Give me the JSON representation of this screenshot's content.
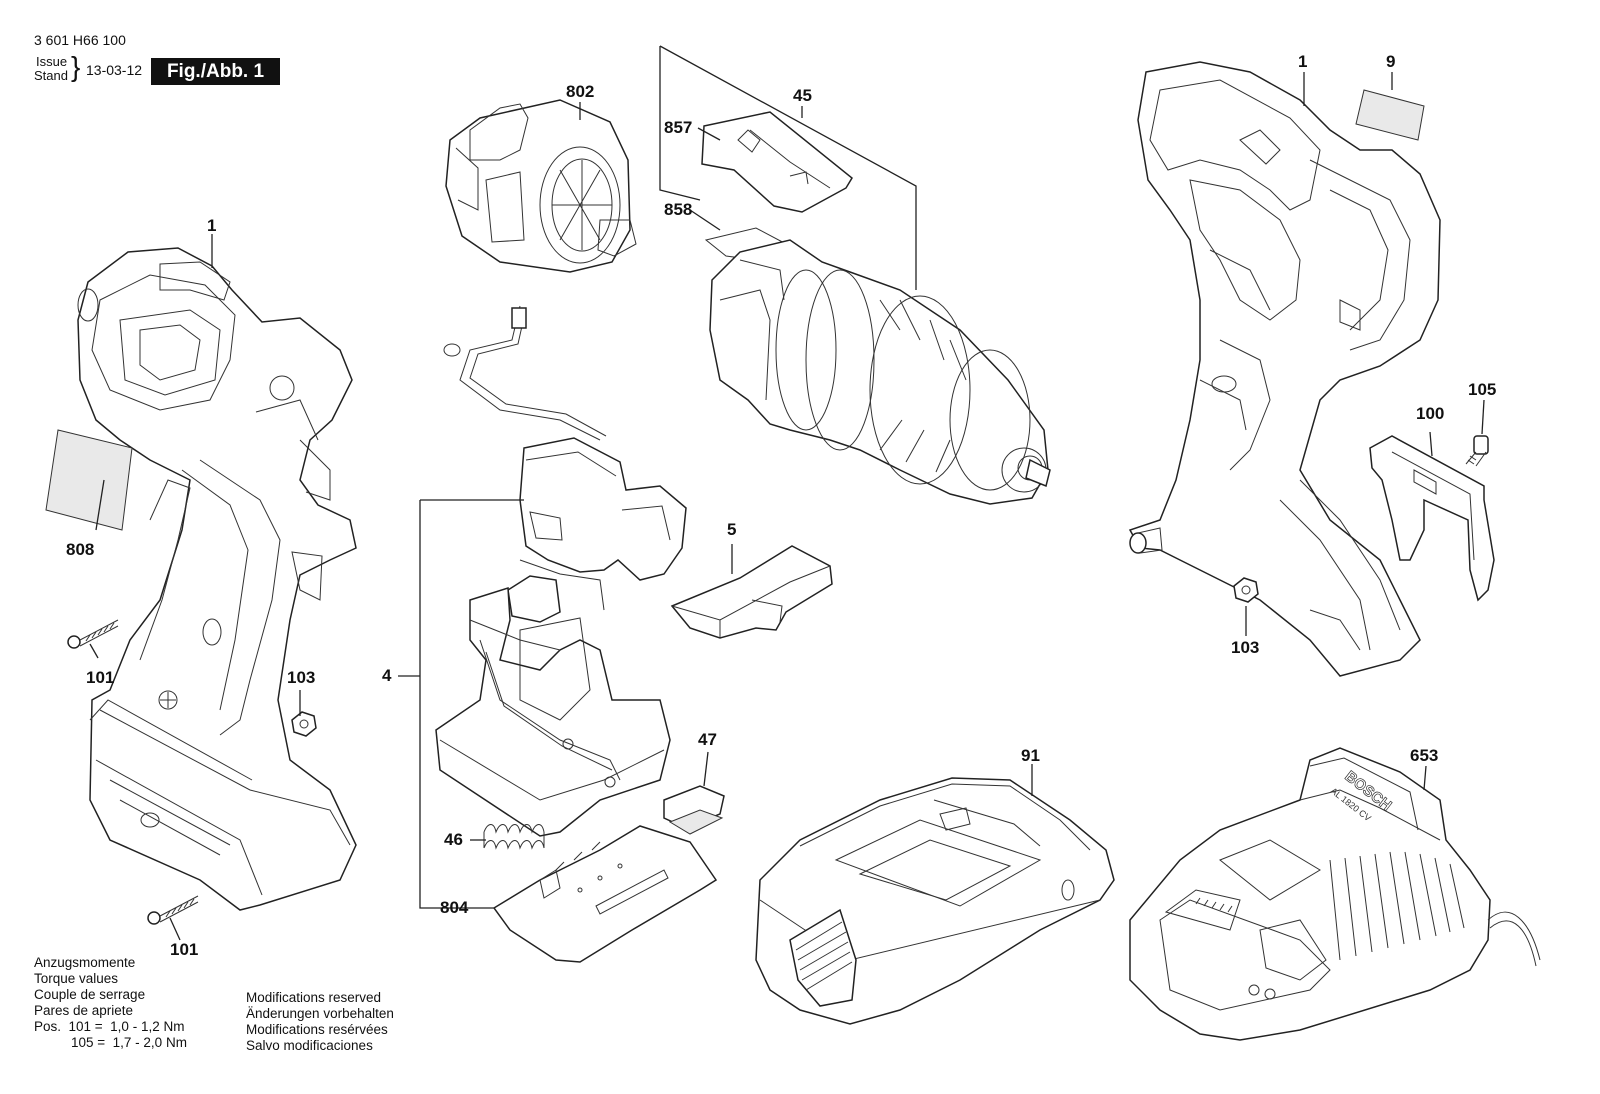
{
  "header": {
    "doc_number": "3 601 H66 100",
    "issue_label": "Issue",
    "stand_label": "Stand",
    "brace": "}",
    "date": "13-03-12",
    "figure_badge": "Fig./Abb. 1"
  },
  "parts": {
    "p1_left": "1",
    "p808": "808",
    "p101_a": "101",
    "p101_b": "101",
    "p103_left": "103",
    "p802": "802",
    "p45": "45",
    "p857": "857",
    "p858": "858",
    "p4": "4",
    "p5": "5",
    "p47": "47",
    "p46": "46",
    "p804": "804",
    "p1_right": "1",
    "p9": "9",
    "p105": "105",
    "p100": "100",
    "p103_right": "103",
    "p91": "91",
    "p653": "653"
  },
  "torque_note": {
    "line1": "Anzugsmomente",
    "line2": "Torque values",
    "line3": "Couple de serrage",
    "line4": "Pares de apriete",
    "line5": "Pos.  101 =  1,0 - 1,2 Nm",
    "line6": "105 =  1,7 - 2,0 Nm"
  },
  "modifications_note": {
    "line1": "Modifications reserved",
    "line2": "Änderungen vorbehalten",
    "line3": "Modifications resérvées",
    "line4": "Salvo modificaciones"
  },
  "charger": {
    "brand": "BOSCH",
    "model": "AL 1820 CV"
  }
}
